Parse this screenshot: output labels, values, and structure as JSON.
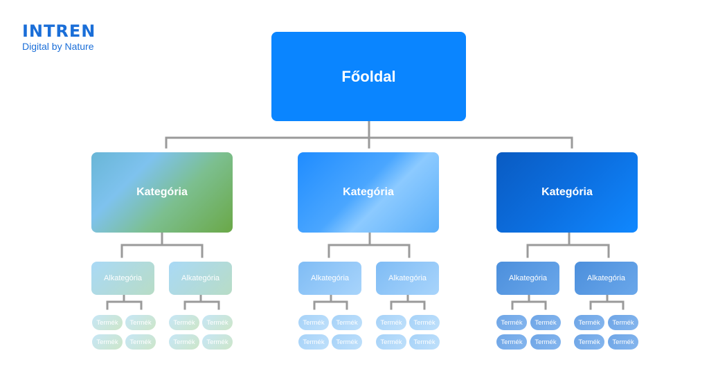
{
  "logo": {
    "name": "INTREN",
    "tagline": "Digital by Nature"
  },
  "root": {
    "label": "Főoldal"
  },
  "categories": [
    {
      "label": "Kategória",
      "subcategories": [
        {
          "label": "Alkategória",
          "products": [
            "Termék",
            "Termék",
            "Termék",
            "Termék"
          ]
        },
        {
          "label": "Alkategória",
          "products": [
            "Termék",
            "Termék",
            "Termék",
            "Termék"
          ]
        }
      ]
    },
    {
      "label": "Kategória",
      "subcategories": [
        {
          "label": "Alkategória",
          "products": [
            "Termék",
            "Termék",
            "Termék",
            "Termék"
          ]
        },
        {
          "label": "Alkategória",
          "products": [
            "Termék",
            "Termék",
            "Termék",
            "Termék"
          ]
        }
      ]
    },
    {
      "label": "Kategória",
      "subcategories": [
        {
          "label": "Alkategória",
          "products": [
            "Termék",
            "Termék",
            "Termék",
            "Termék"
          ]
        },
        {
          "label": "Alkategória",
          "products": [
            "Termék",
            "Termék",
            "Termék",
            "Termék"
          ]
        }
      ]
    }
  ],
  "colors": {
    "connector": "#9a9a9a",
    "brand": "#1a6ed8",
    "root": "#0a85ff"
  }
}
